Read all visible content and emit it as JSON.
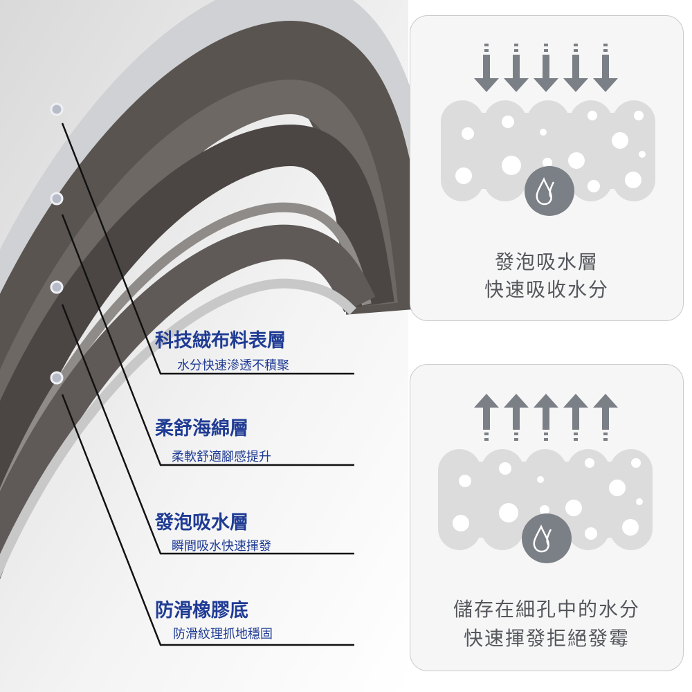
{
  "layers": [
    {
      "title": "科技絨布料表層",
      "subtitle": "水分快速滲透不積聚"
    },
    {
      "title": "柔舒海綿層",
      "subtitle": "柔軟舒適腳感提升"
    },
    {
      "title": "發泡吸水層",
      "subtitle": "瞬間吸水快速揮發"
    },
    {
      "title": "防滑橡膠底",
      "subtitle": "防滑紋理抓地穩固"
    }
  ],
  "cards": [
    {
      "line1": "發泡吸水層",
      "line2": "快速吸收水分",
      "arrow_direction": "down",
      "icon": "water-drops-icon"
    },
    {
      "line1": "儲存在細孔中的水分",
      "line2": "快速揮發拒絕發霉",
      "arrow_direction": "up",
      "icon": "water-drops-icon"
    }
  ],
  "colors": {
    "label_blue": "#1f3b94",
    "icon_grey": "#7b7f86",
    "foam_grey": "#dcdcdc"
  }
}
